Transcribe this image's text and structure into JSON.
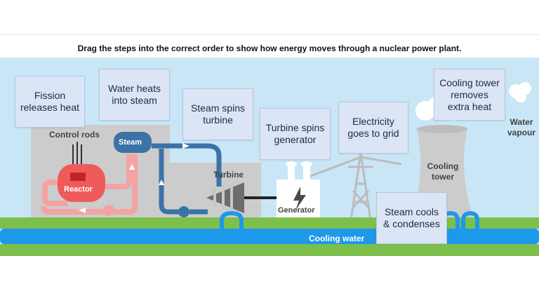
{
  "instruction": "Drag the steps into the correct order to show how energy moves through a nuclear power plant.",
  "steps": [
    {
      "text": "Fission\nreleases heat"
    },
    {
      "text": "Water heats\ninto steam"
    },
    {
      "text": "Steam spins\nturbine"
    },
    {
      "text": "Turbine spins\ngenerator"
    },
    {
      "text": "Electricity\ngoes to grid"
    },
    {
      "text": "Cooling tower\nremoves\nextra heat"
    },
    {
      "text": "Steam cools\n& condenses"
    }
  ],
  "labels": {
    "control_rods": "Control rods",
    "steam": "Steam",
    "reactor": "Reactor",
    "turbine": "Turbine",
    "generator": "Generator",
    "cooling_tower": "Cooling\ntower",
    "water_vapour": "Water\nvapour",
    "cooling_water": "Cooling water"
  },
  "colors": {
    "sky": "#c9e6f6",
    "building": "#cccccc",
    "reactor": "#ef5b5b",
    "reactor_pipe": "#f4a3a3",
    "steam_pipe": "#3b72a8",
    "grass": "#7cc04b",
    "water": "#1d98ea",
    "card_bg": "#dce5f6"
  }
}
